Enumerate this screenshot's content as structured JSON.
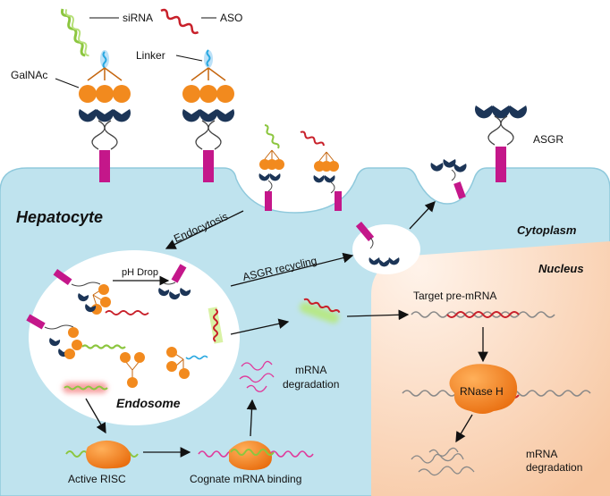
{
  "labels": {
    "sirna": "siRNA",
    "aso": "ASO",
    "galnac": "GalNAc",
    "linker": "Linker",
    "asgr": "ASGR",
    "hepatocyte": "Hepatocyte",
    "cytoplasm": "Cytoplasm",
    "nucleus": "Nucleus",
    "endosome": "Endosome",
    "endocytosis": "Endocytosis",
    "asgr_recycling": "ASGR recycling",
    "ph_drop": "pH Drop",
    "target_pre_mrna": "Target pre-mRNA",
    "rnase_h": "RNase H",
    "mrna_degradation_top_1": "mRNA",
    "mrna_degradation_top_2": "degradation",
    "mrna_degradation_bottom_1": "mRNA",
    "mrna_degradation_bottom_2": "degradation",
    "active_risc": "Active RISC",
    "cognate_binding": "Cognate mRNA binding"
  },
  "colors": {
    "cytoplasm": "#bfe3ee",
    "cytoplasm_edge": "#8fc9dc",
    "nucleus_light": "#fde8d7",
    "nucleus_dark": "#f6b98c",
    "galnac_orange": "#f28a1e",
    "receptor_navy": "#1c3557",
    "receptor_stalk": "#c4178a",
    "sirna_green": "#8cc63f",
    "aso_red": "#c8202a",
    "linker_blue": "#29a8e0",
    "mrna_gray": "#888888",
    "mrna_pink": "#e0389a",
    "risc_orange": "#f07a18"
  }
}
